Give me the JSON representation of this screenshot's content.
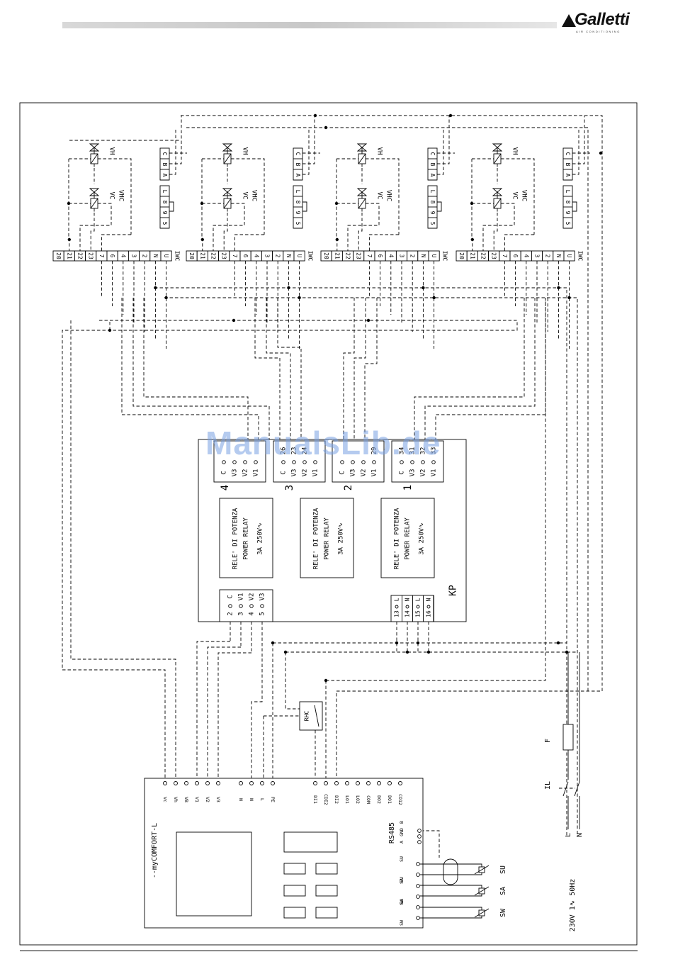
{
  "brand": {
    "name": "Galletti",
    "tagline": "AIR CONDITIONING"
  },
  "watermark": "ManualsLib.de",
  "iwc_terminals": [
    "20",
    "21",
    "22",
    "23",
    "7",
    "6",
    "4",
    "3",
    "2",
    "N",
    "U",
    "IWC"
  ],
  "valves": {
    "heat": "VH",
    "cool": "VC",
    "changeover": "VHC"
  },
  "sensor_connector": [
    "C",
    "B",
    "A"
  ],
  "motor_connector": [
    "L",
    "8",
    "9",
    "5"
  ],
  "kp_groups": [
    {
      "num": "4",
      "labels": [
        "C",
        "V3",
        "V2",
        "V1"
      ],
      "nums": [
        "",
        "",
        "",
        ""
      ]
    },
    {
      "num": "3",
      "labels": [
        "C",
        "V3",
        "V2",
        "V1"
      ],
      "nums": [
        "26",
        "23",
        "24",
        ""
      ]
    },
    {
      "num": "2",
      "labels": [
        "C",
        "V3",
        "V2",
        "V1"
      ],
      "nums": [
        "",
        "",
        "",
        "29"
      ]
    },
    {
      "num": "1",
      "labels": [
        "C",
        "V3",
        "V2",
        "V1"
      ],
      "nums": [
        "34",
        "31",
        "32",
        "33"
      ]
    }
  ],
  "relay_text": [
    "RELE' DI POTENZA",
    "POWER RELAY",
    "3A 250V∿"
  ],
  "kp_label": "KP",
  "kp_left_terminals": [
    {
      "num": "2",
      "label": "C"
    },
    {
      "num": "3",
      "label": "V1"
    },
    {
      "num": "4",
      "label": "V2"
    },
    {
      "num": "5",
      "label": "V3"
    }
  ],
  "kp_right_terminals": [
    {
      "num": "13",
      "label": "L"
    },
    {
      "num": "14",
      "label": "N"
    },
    {
      "num": "15",
      "label": "L"
    },
    {
      "num": "16",
      "label": "N"
    }
  ],
  "rhc": "RHC",
  "controller": {
    "name": "--myCOMFORT-L",
    "top_terminals": [
      "Vc",
      "Vh",
      "VB",
      "V1",
      "V2",
      "V3",
      "N",
      "N",
      "L",
      "PE",
      "DI1",
      "CDI2",
      "DI2",
      "LO1",
      "LO2",
      "COM",
      "DO2",
      "DO1",
      "CO12"
    ],
    "rs485": "RS485",
    "rs485_terms": [
      "A",
      "GND",
      "B"
    ],
    "probe_terms": [
      "SW",
      "SW",
      "SA",
      "SA",
      "SU",
      "SU"
    ]
  },
  "probes": [
    "SU",
    "SA",
    "SW"
  ],
  "power": {
    "fuse": "F",
    "switch": "IL",
    "l": "L",
    "n": "N",
    "supply": "230V 1∿ 50Hz"
  }
}
